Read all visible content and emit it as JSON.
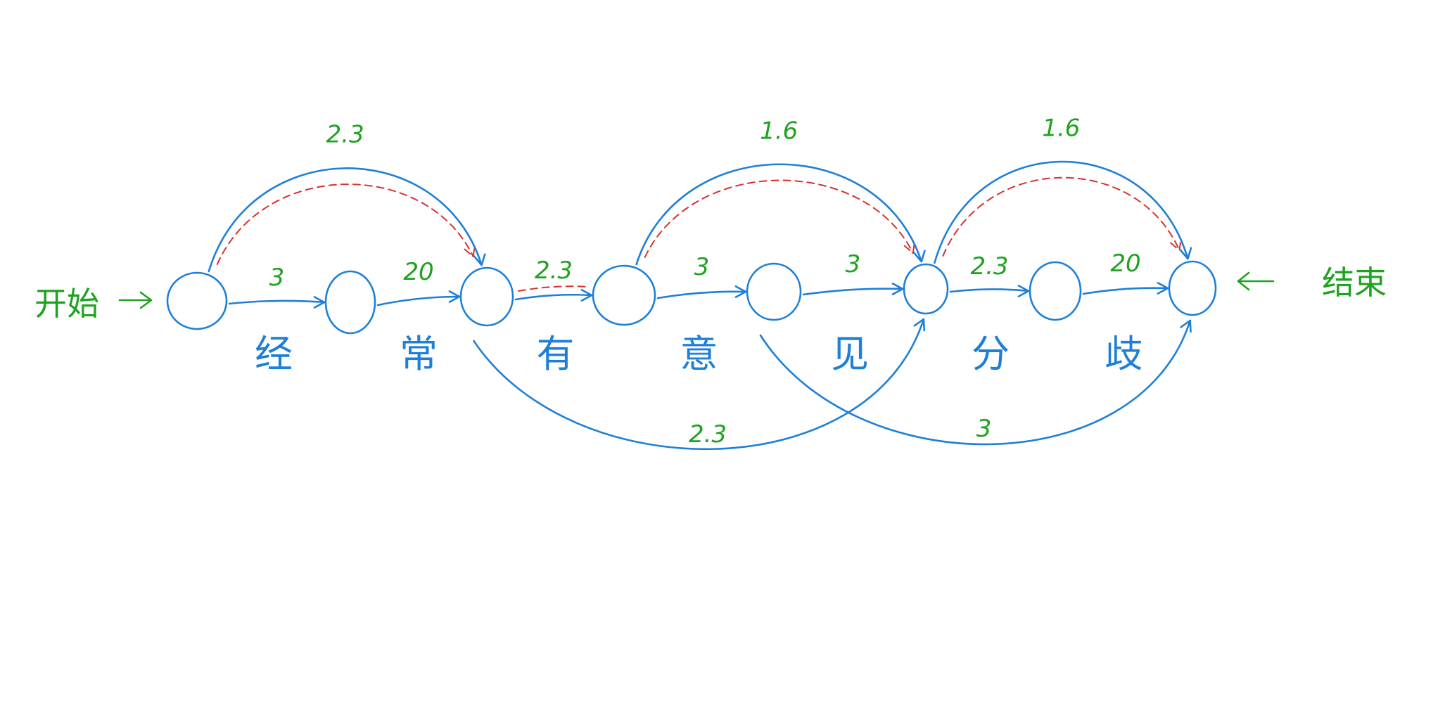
{
  "diagram": {
    "start_label": "开始",
    "end_label": "结束",
    "nodes": [
      "n0",
      "n1",
      "n2",
      "n3",
      "n4",
      "n5",
      "n6",
      "n7"
    ],
    "characters": [
      {
        "text": "经",
        "between": [
          0,
          1
        ]
      },
      {
        "text": "常",
        "between": [
          1,
          2
        ]
      },
      {
        "text": "有",
        "between": [
          2,
          3
        ]
      },
      {
        "text": "意",
        "between": [
          3,
          4
        ]
      },
      {
        "text": "见",
        "between": [
          4,
          5
        ]
      },
      {
        "text": "分",
        "between": [
          5,
          6
        ]
      },
      {
        "text": "歧",
        "between": [
          6,
          7
        ]
      }
    ],
    "edges": [
      {
        "from": 0,
        "to": 1,
        "weight": "3",
        "kind": "straight"
      },
      {
        "from": 1,
        "to": 2,
        "weight": "20",
        "kind": "straight"
      },
      {
        "from": 2,
        "to": 3,
        "weight": "2.3",
        "kind": "straight",
        "best_path": true
      },
      {
        "from": 3,
        "to": 4,
        "weight": "3",
        "kind": "straight"
      },
      {
        "from": 4,
        "to": 5,
        "weight": "3",
        "kind": "straight"
      },
      {
        "from": 5,
        "to": 6,
        "weight": "2.3",
        "kind": "straight"
      },
      {
        "from": 6,
        "to": 7,
        "weight": "20",
        "kind": "straight"
      },
      {
        "from": 0,
        "to": 2,
        "weight": "2.3",
        "kind": "arc-above",
        "best_path": true
      },
      {
        "from": 3,
        "to": 5,
        "weight": "1.6",
        "kind": "arc-above",
        "best_path": true
      },
      {
        "from": 5,
        "to": 7,
        "weight": "1.6",
        "kind": "arc-above",
        "best_path": true
      },
      {
        "from": 2,
        "to": 5,
        "weight": "2.3",
        "kind": "arc-below"
      },
      {
        "from": 4,
        "to": 7,
        "weight": "3",
        "kind": "arc-below"
      }
    ],
    "colors": {
      "graph": "#1e7fd8",
      "weights": "#1fa21f",
      "best_path": "#d83030"
    }
  }
}
